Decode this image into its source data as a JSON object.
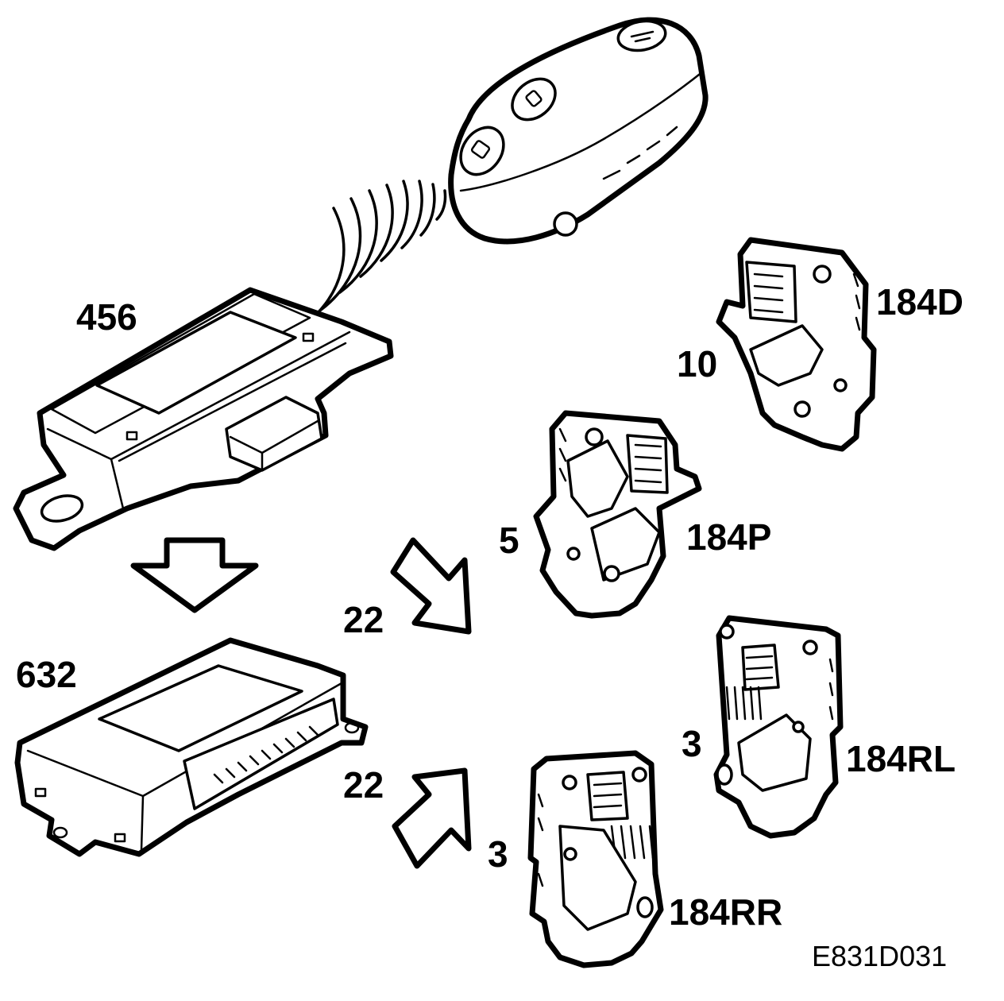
{
  "labels": {
    "remote_control": "",
    "module_456": "456",
    "module_632": "632",
    "unit_184d": "184D",
    "unit_184p": "184P",
    "unit_184rl": "184RL",
    "unit_184rr": "184RR",
    "pin_10": "10",
    "pin_5": "5",
    "pin_3_rl": "3",
    "pin_3_rr": "3",
    "wire_22_top": "22",
    "wire_22_bottom": "22",
    "figure_ref": "E831D031"
  },
  "icons": [
    "remote-key-fob-icon",
    "signal-waves-icon",
    "down-arrow-icon",
    "diagonal-arrow-icon",
    "door-lock-actuator-icon"
  ],
  "colors": {
    "line": "#000000",
    "fill": "#ffffff"
  }
}
